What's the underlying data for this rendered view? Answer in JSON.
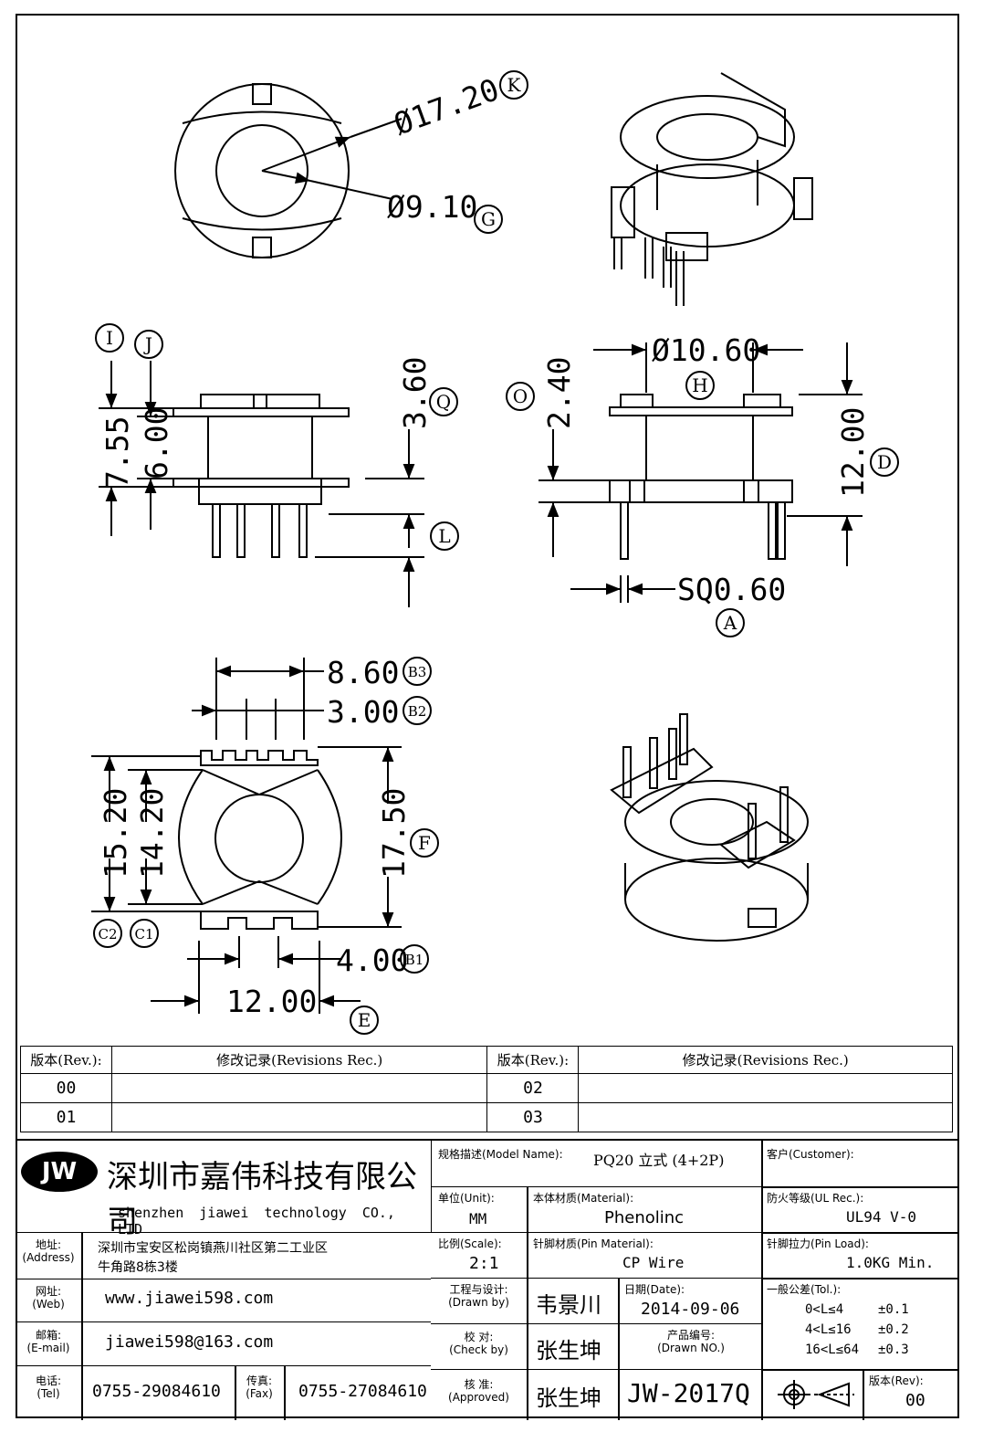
{
  "dimensions": {
    "k": "Ø17.20",
    "g": "Ø9.10",
    "i": "7.55",
    "j": "6.00",
    "q": "3.60",
    "h": "Ø10.60",
    "o": "2.40",
    "d": "12.00",
    "a": "SQ0.60",
    "b3": "8.60",
    "b2": "3.00",
    "c2": "15.20",
    "c1": "14.20",
    "f": "17.50",
    "b1": "4.00",
    "e": "12.00"
  },
  "markers": {
    "k": "K",
    "g": "G",
    "i": "I",
    "j": "J",
    "q": "Q",
    "l": "L",
    "o": "O",
    "h": "H",
    "d": "D",
    "a": "A",
    "b3": "B3",
    "b2": "B2",
    "c2": "C2",
    "c1": "C1",
    "f": "F",
    "b1": "B1",
    "e": "E"
  },
  "revisions": {
    "rev_header": "版本(Rev.):",
    "rec_header": "修改记录(Revisions Rec.)",
    "rows": [
      {
        "left_rev": "00",
        "right_rev": "02"
      },
      {
        "left_rev": "01",
        "right_rev": "03"
      }
    ]
  },
  "title_block": {
    "logo": "JW",
    "company_cn": "深圳市嘉伟科技有限公司",
    "company_en": "shenzhen jiawei technology CO., LTD",
    "address_label": "地址:",
    "address_label_en": "(Address)",
    "address_line1": "深圳市宝安区松岗镇燕川社区第二工业区",
    "address_line2": "牛角路8栋3楼",
    "web_label": "网址:",
    "web_label_en": "(Web)",
    "web": "www.jiawei598.com",
    "email_label": "邮箱:",
    "email_label_en": "(E-mail)",
    "email": "jiawei598@163.com",
    "tel_label": "电话:",
    "tel_label_en": "(Tel)",
    "tel": "0755-29084610",
    "fax_label": "传真:",
    "fax_label_en": "(Fax)",
    "fax": "0755-27084610",
    "model_label": "规格描述(Model Name):",
    "model": "PQ20 立式 (4+2P)",
    "customer_label": "客户(Customer):",
    "unit_label": "单位(Unit):",
    "unit": "MM",
    "material_label": "本体材质(Material):",
    "material": "Phenolinc",
    "ul_label": "防火等级(UL Rec.):",
    "ul": "UL94 V-0",
    "scale_label": "比例(Scale):",
    "scale": "2:1",
    "pin_material_label": "针脚材质(Pin Material):",
    "pin_material": "CP Wire",
    "pin_load_label": "针脚拉力(Pin Load):",
    "pin_load": "1.0KG Min.",
    "drawn_label": "工程与设计:",
    "drawn_label_en": "(Drawn by)",
    "drawn_by": "韦景川",
    "date_label": "日期(Date):",
    "date": "2014-09-06",
    "tol_label": "一般公差(Tol.):",
    "tol1_range": "0<L≤4",
    "tol1": "±0.1",
    "tol2_range": "4<L≤16",
    "tol2": "±0.2",
    "tol3_range": "16<L≤64",
    "tol3": "±0.3",
    "check_label": "校 对:",
    "check_label_en": "(Check by)",
    "check_by": "张生坤",
    "drawn_no_label": "产品编号:",
    "drawn_no_label_en": "(Drawn NO.)",
    "approve_label": "核 准:",
    "approve_label_en": "(Approved)",
    "approved_by": "张生坤",
    "drawing_no": "JW-2017Q",
    "rev_label": "版本(Rev):",
    "rev": "00"
  }
}
